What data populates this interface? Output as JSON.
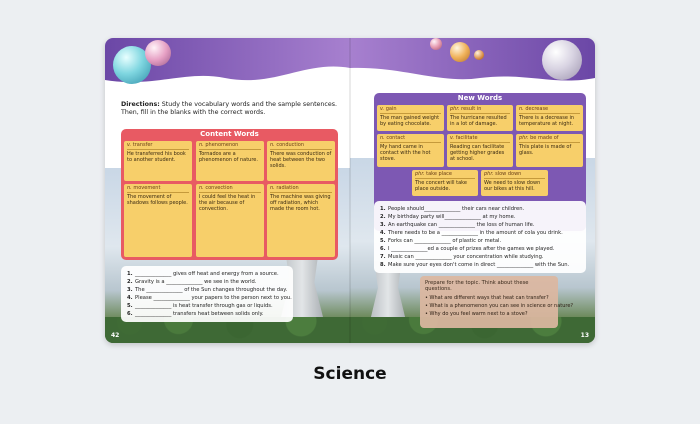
{
  "caption": "Science",
  "left_page": {
    "page_number": "42",
    "directions_label": "Directions:",
    "directions_text": " Study the vocabulary words and the sample sentences. Then, fill in the blanks with the correct words.",
    "content_words_title": "Content Words",
    "content_words": [
      {
        "pos": "v.",
        "word": "transfer",
        "sentence": "He transferred his book to another student."
      },
      {
        "pos": "n.",
        "word": "phenomenon",
        "sentence": "Tornados are a phenomenon of nature."
      },
      {
        "pos": "n.",
        "word": "conduction",
        "sentence": "There was conduction of heat between the two solids."
      },
      {
        "pos": "n.",
        "word": "movement",
        "sentence": "The movement of shadows follows people."
      },
      {
        "pos": "n.",
        "word": "convection",
        "sentence": "I could feel the heat in the air because of convection."
      },
      {
        "pos": "n.",
        "word": "radiation",
        "sentence": "The machine was giving off radiation, which made the room hot."
      }
    ],
    "questions": [
      {
        "n": "1.",
        "text": "______________ gives off heat and energy from a source."
      },
      {
        "n": "2.",
        "text": "Gravity is a ______________ we see in the world."
      },
      {
        "n": "3.",
        "text": "The ______________ of the Sun changes throughout the day."
      },
      {
        "n": "4.",
        "text": "Please ______________ your papers to the person next to you."
      },
      {
        "n": "5.",
        "text": "______________ is heat transfer through gas or liquids."
      },
      {
        "n": "6.",
        "text": "______________ transfers heat between solids only."
      }
    ]
  },
  "right_page": {
    "page_number": "13",
    "new_words_title": "New Words",
    "new_words": [
      {
        "pos": "v.",
        "word": "gain",
        "sentence": "The man gained weight by eating chocolate."
      },
      {
        "pos": "phr.",
        "word": "result in",
        "sentence": "The hurricane resulted in a lot of damage."
      },
      {
        "pos": "n.",
        "word": "decrease",
        "sentence": "There is a decrease in temperature at night."
      },
      {
        "pos": "n.",
        "word": "contact",
        "sentence": "My hand came in contact with the hot stove."
      },
      {
        "pos": "v.",
        "word": "facilitate",
        "sentence": "Reading can facilitate getting higher grades at school."
      },
      {
        "pos": "phr.",
        "word": "be made of",
        "sentence": "This plate is made of glass."
      },
      {
        "pos": "phr.",
        "word": "take place",
        "sentence": "The concert will take place outside."
      },
      {
        "pos": "phr.",
        "word": "slow down",
        "sentence": "We need to slow down our bikes at this hill."
      }
    ],
    "questions": [
      {
        "n": "1.",
        "text": "People should______________ their cars near children."
      },
      {
        "n": "2.",
        "text": "My birthday party will______________ at my home."
      },
      {
        "n": "3.",
        "text": "An earthquake can ______________ the loss of human life."
      },
      {
        "n": "4.",
        "text": "There needs to be a ______________ in the amount of cola you drink."
      },
      {
        "n": "5.",
        "text": "Forks can ______________ of plastic or metal."
      },
      {
        "n": "6.",
        "text": "I ______________ed a couple of prizes after the games we played."
      },
      {
        "n": "7.",
        "text": "Music can ______________ your concentration while studying."
      },
      {
        "n": "8.",
        "text": "Make sure your eyes don't come in direct ______________ with the Sun."
      }
    ],
    "prepare_title": "Prepare for the topic. Think about these questions.",
    "prepare_questions": [
      "• What are different ways that heat can transfer?",
      "• What is a phenomenon you can see in science or nature?",
      "• Why do you feel warm next to a stove?"
    ]
  },
  "colors": {
    "content_box": "#e85a63",
    "new_words_box": "#7d58b3",
    "vocab_card": "#f7cf6a",
    "banner_purple": "#7a55b0"
  }
}
